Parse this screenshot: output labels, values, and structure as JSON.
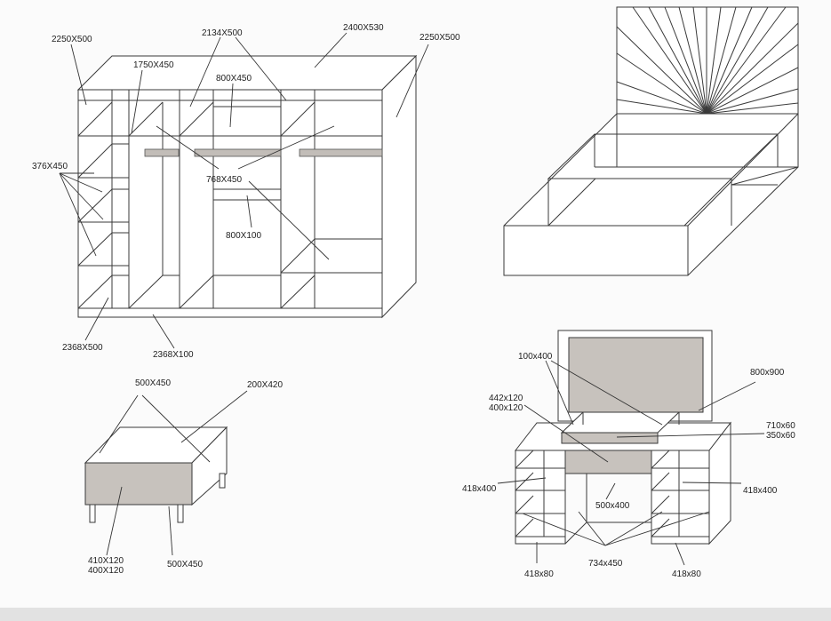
{
  "wardrobe": {
    "labels": [
      "2250X500",
      "2134X500",
      "2400X530",
      "2250X500",
      "1750X450",
      "800X450",
      "376X450",
      "768X450",
      "800X100",
      "2368X500",
      "2368X100"
    ]
  },
  "table": {
    "labels": [
      "500X450",
      "200X420",
      "410X120",
      "400X120",
      "500X450"
    ]
  },
  "desk": {
    "labels": [
      "100x400",
      "800x900",
      "442x120",
      "400x120",
      "710x60",
      "350x60",
      "418x400",
      "500x400",
      "418x400",
      "418x80",
      "734x450",
      "418x80"
    ]
  },
  "colors": {
    "line": "#3a3a3a",
    "panel_gray": "#c7c2bd",
    "background": "#fbfbfb"
  }
}
